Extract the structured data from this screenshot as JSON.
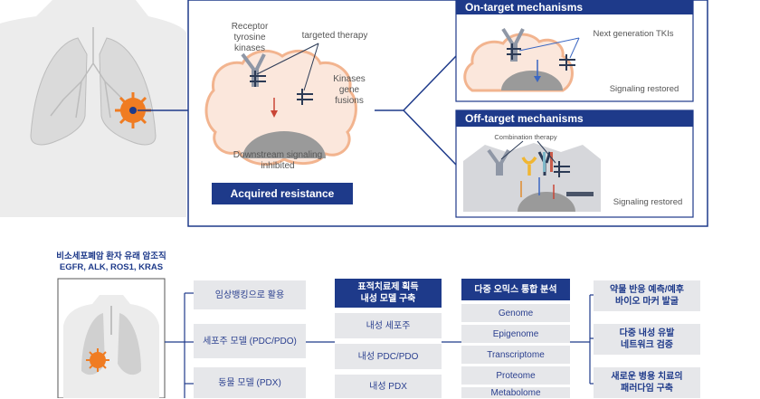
{
  "colors": {
    "navy": "#1e3a8a",
    "box_gray": "#e6e7ea",
    "tumor_orange": "#f07c22",
    "cell_fill": "#fbe7dc",
    "nucleus_gray": "#9a9a9a"
  },
  "resistance_panel": {
    "receptor_label": "Receptor\ntyrosine\nkinases",
    "therapy_label": "targeted therapy",
    "fusion_label": "Kinases\ngene\nfusions",
    "downstream_label": "Downstream signaling\ninhibited",
    "acquired_label": "Acquired resistance"
  },
  "on_target": {
    "title": "On-target mechanisms",
    "tki_label": "Next generation TKIs",
    "restored_label": "Signaling restored"
  },
  "off_target": {
    "title": "Off-target mechanisms",
    "combo_label": "Combination therapy",
    "restored_label": "Signaling restored"
  },
  "korean": {
    "patient_title_line1": "비소세포폐암 환자 유래 암조직",
    "patient_title_line2": "EGFR, ALK, ROS1, KRAS",
    "models": [
      "임상뱅킹으로 활용",
      "세포주 모델 (PDC/PDO)",
      "동물 모델 (PDX)"
    ],
    "acquisition_header": "표적치료제 획득\n내성 모델 구축",
    "acquisition_items": [
      "내성 세포주",
      "내성 PDC/PDO",
      "내성 PDX"
    ],
    "omics_header": "다중 오믹스 통합 분석",
    "omics_items": [
      "Genome",
      "Epigenome",
      "Transcriptome",
      "Proteome",
      "Metabolome"
    ],
    "outcomes": [
      "약물 반응 예측/예후\n바이오 마커 발굴",
      "다중 내성 유발\n네트워크 검증",
      "새로운 병용 치료의\n패러다임 구축"
    ]
  }
}
